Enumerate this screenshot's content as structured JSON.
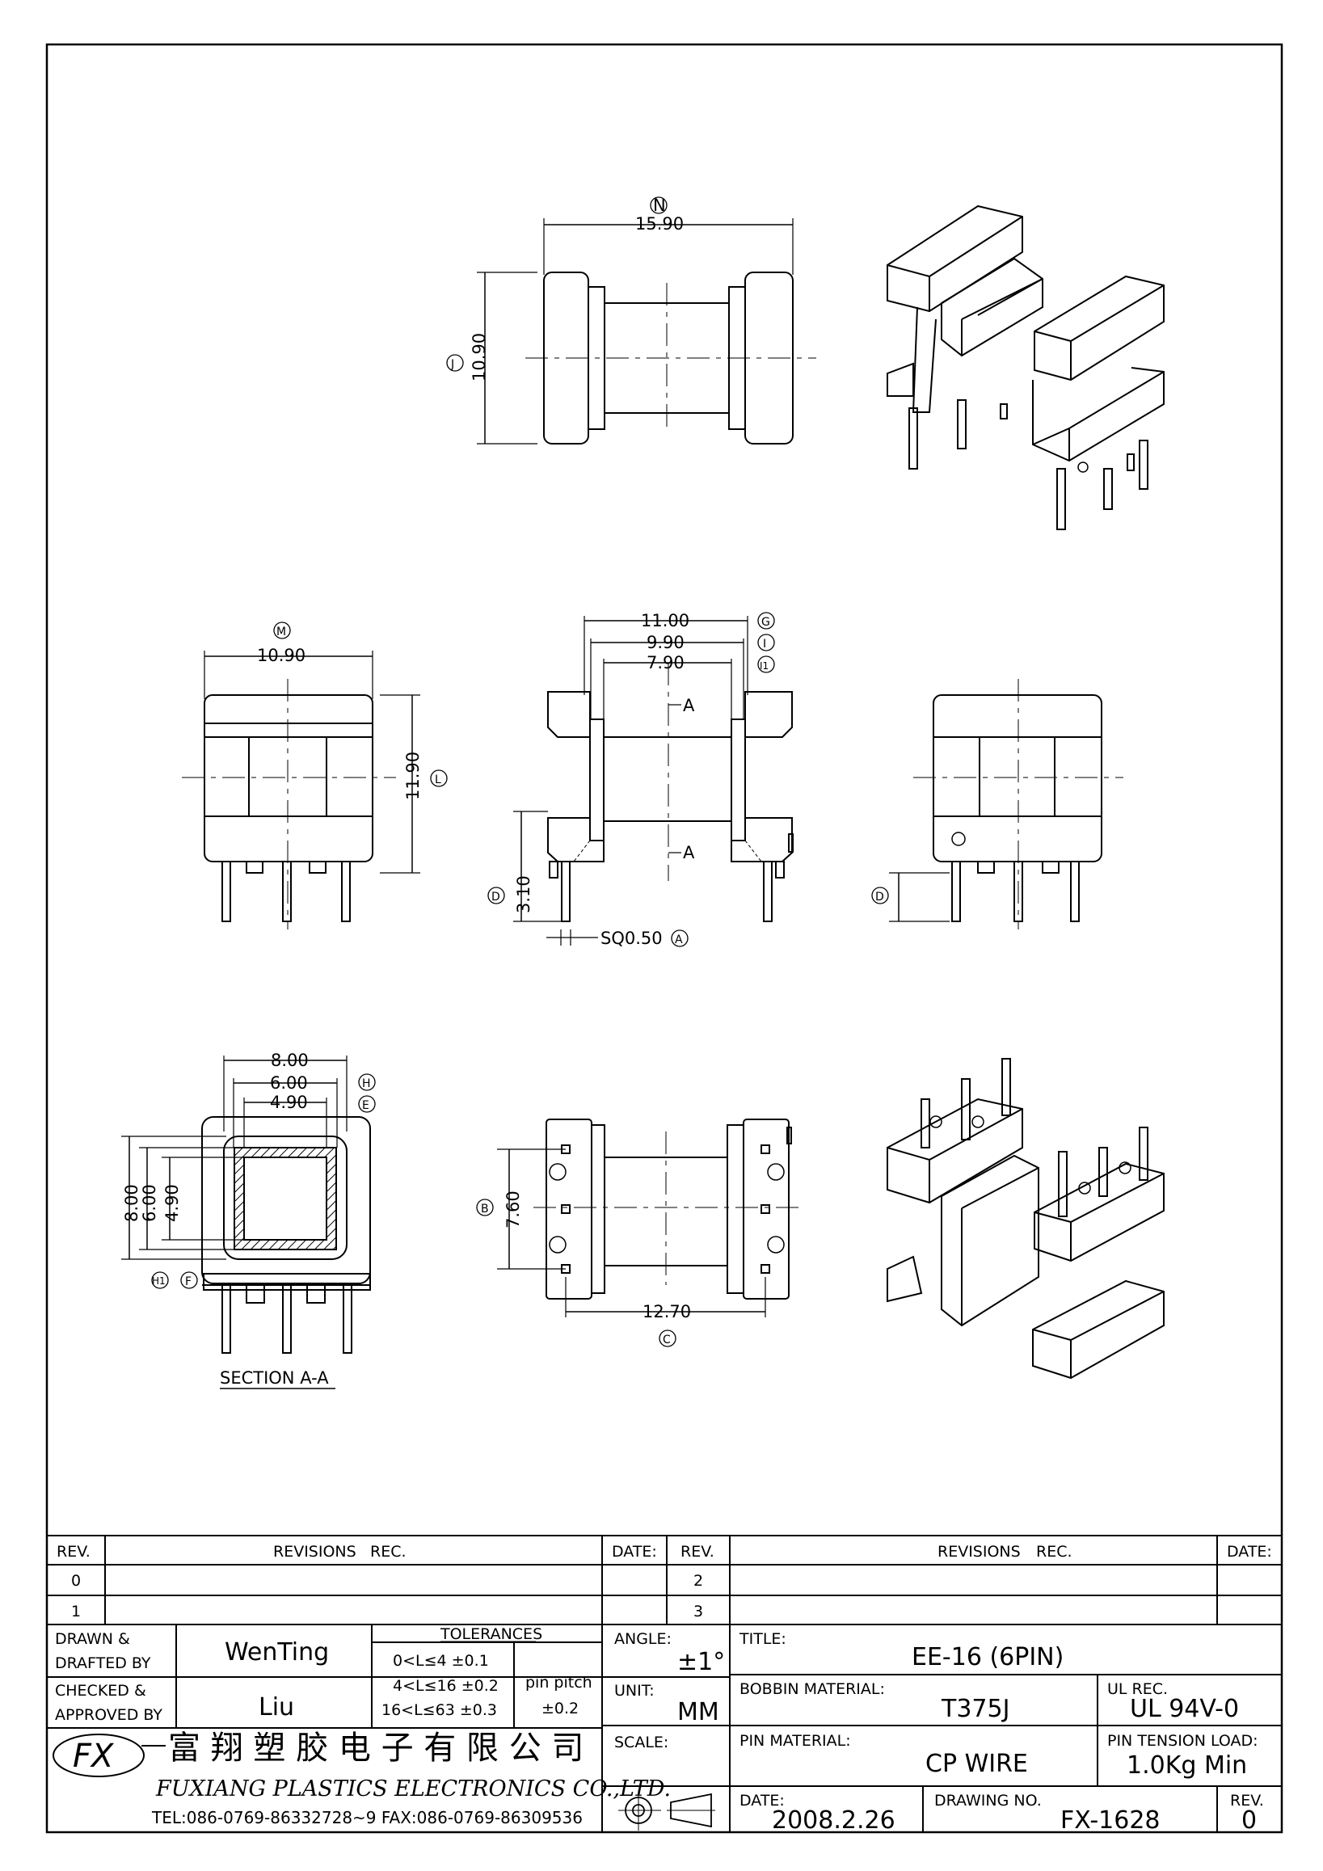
{
  "dimensions": {
    "top_width": "15.90",
    "top_width_tag": "N",
    "top_height": "10.90",
    "top_height_tag": "J",
    "left_width": "10.90",
    "left_width_tag": "M",
    "left_height": "11.90",
    "left_height_tag": "L",
    "front_w1": "11.00",
    "front_w1_tag": "G",
    "front_w2": "9.90",
    "front_w2_tag": "I",
    "front_w3": "7.90",
    "front_w3_tag": "I1",
    "section_a": "A",
    "pin_len": "3.10",
    "pin_len_tag": "D",
    "pin_size": "SQ0.50",
    "pin_size_tag": "A",
    "right_tag": "D",
    "sec_w1": "8.00",
    "sec_w1_tag": "H",
    "sec_w2": "6.00",
    "sec_w2_tag": "E",
    "sec_w3": "4.90",
    "sec_h1": "8.00",
    "sec_h2": "6.00",
    "sec_h3": "4.90",
    "sec_tag_h1": "H1",
    "sec_tag_f": "F",
    "section_label": "SECTION A-A",
    "bottom_h": "7.60",
    "bottom_h_tag": "B",
    "bottom_w": "12.70",
    "bottom_w_tag": "C"
  },
  "title_block": {
    "rev_header": "REV.",
    "revisions_header": "REVISIONS",
    "rec_header": "REC.",
    "date_header": "DATE:",
    "rev_rows_left": [
      "0",
      "1"
    ],
    "rev_rows_right": [
      "2",
      "3"
    ],
    "drawn_label_1": "DRAWN &",
    "drawn_label_2": "DRAFTED BY",
    "drawn_value": "WenTing",
    "checked_label_1": "CHECKED &",
    "checked_label_2": "APPROVED BY",
    "checked_value": "Liu",
    "tolerances_label": "TOLERANCES",
    "tol_1": "0<L≤4    ±0.1",
    "tol_2": "4<L≤16  ±0.2",
    "tol_3": "16<L≤63  ±0.3",
    "pin_pitch_label": "pin pitch",
    "pin_pitch_value": "±0.2",
    "angle_label": "ANGLE:",
    "angle_value": "±1°",
    "unit_label": "UNIT:",
    "unit_value": "MM",
    "scale_label": "SCALE:",
    "title_label": "TITLE:",
    "title_value": "EE-16 (6PIN)",
    "bobbin_label": "BOBBIN MATERIAL:",
    "bobbin_value": "T375J",
    "ul_label": "UL REC.",
    "ul_value": "UL 94V-0",
    "pin_mat_label": "PIN MATERIAL:",
    "pin_mat_value": "CP    WIRE",
    "tension_label": "PIN TENSION LOAD:",
    "tension_value": "1.0Kg  Min",
    "date_label": "DATE:",
    "date_value": "2008.2.26",
    "drawing_no_label": "DRAWING NO.",
    "drawing_no_value": "FX-1628",
    "rev_label": "REV.",
    "rev_value": "0",
    "company_cn": "富 翔 塑 胶 电 子 有 限 公 司",
    "company_en": "FUXIANG PLASTICS ELECTRONICS CO.,LTD.",
    "tel_fax": "TEL:086-0769-86332728~9   FAX:086-0769-86309536"
  }
}
